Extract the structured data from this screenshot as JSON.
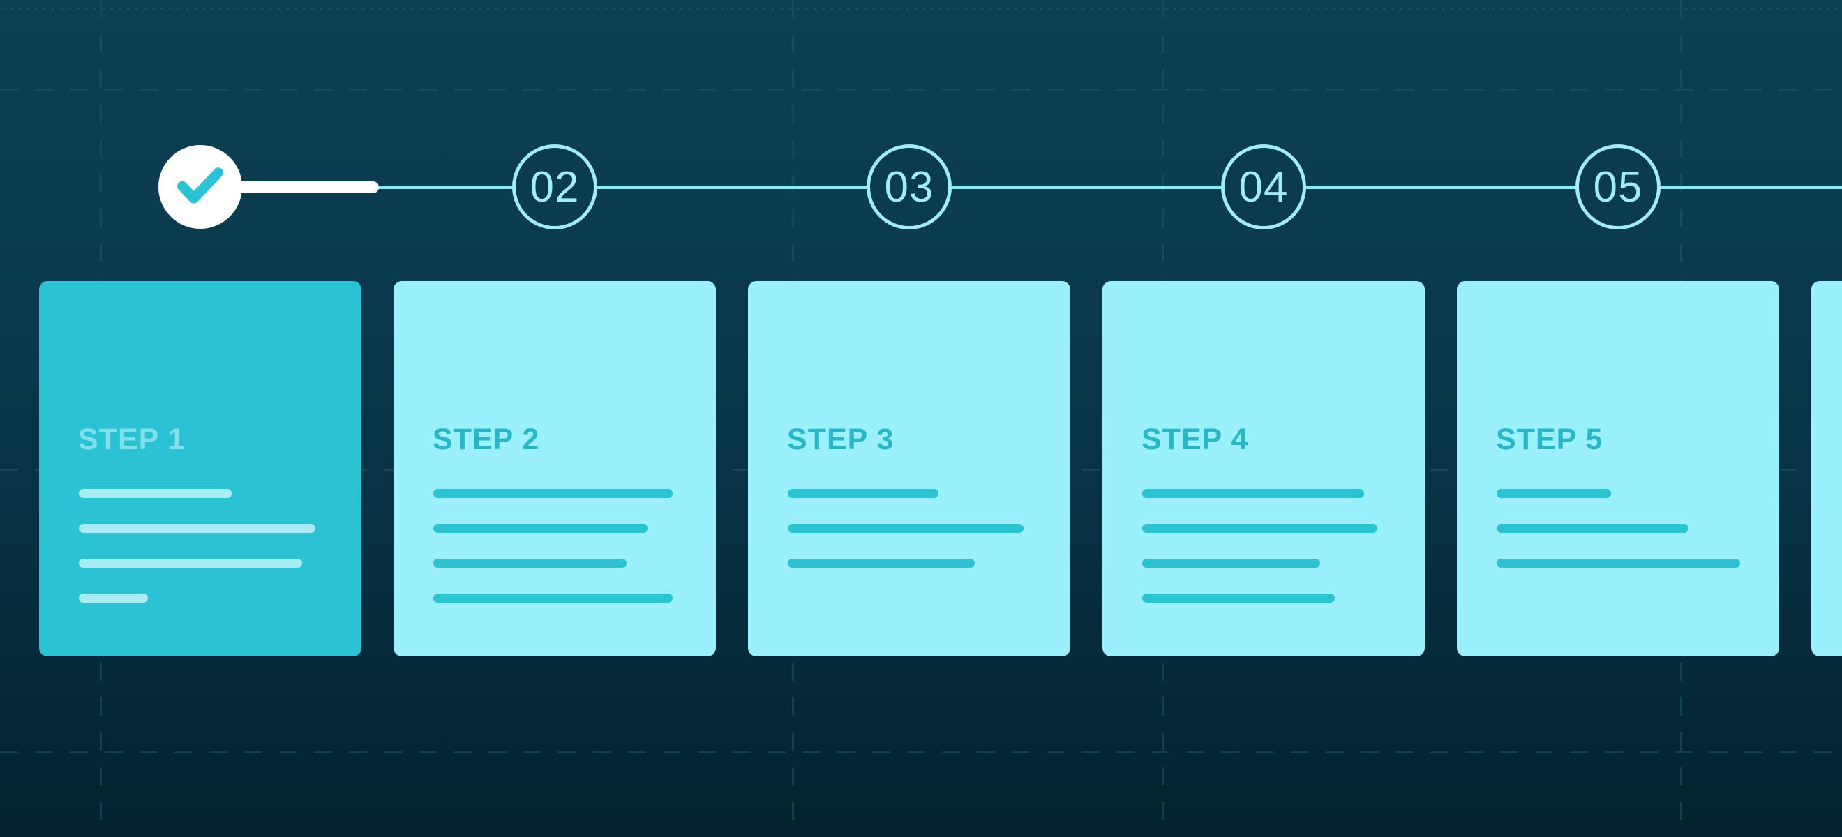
{
  "diagram": {
    "kind": "process-step-timeline-infographic",
    "completed_steps": 1
  },
  "timeline": {
    "markers": [
      {
        "label": "",
        "icon": "check-icon",
        "state": "completed"
      },
      {
        "label": "02",
        "icon": null,
        "state": "upcoming"
      },
      {
        "label": "03",
        "icon": null,
        "state": "upcoming"
      },
      {
        "label": "04",
        "icon": null,
        "state": "upcoming"
      },
      {
        "label": "05",
        "icon": null,
        "state": "upcoming"
      }
    ]
  },
  "cards": [
    {
      "title": "STEP 1",
      "variant": "filled",
      "placeholder_line_widths": [
        219,
        339,
        320,
        99
      ]
    },
    {
      "title": "STEP 2",
      "variant": "light",
      "placeholder_line_widths": [
        343,
        308,
        277,
        343
      ]
    },
    {
      "title": "STEP 3",
      "variant": "light",
      "placeholder_line_widths": [
        216,
        338,
        268
      ]
    },
    {
      "title": "STEP 4",
      "variant": "light",
      "placeholder_line_widths": [
        318,
        337,
        255,
        276
      ]
    },
    {
      "title": "STEP 5",
      "variant": "light",
      "placeholder_line_widths": [
        164,
        275,
        349
      ]
    },
    {
      "title": "",
      "variant": "light",
      "placeholder_line_widths": [],
      "partial": true
    }
  ],
  "colors": {
    "background_top": "#0d4055",
    "background_bottom": "#042230",
    "grid_dash": "#24586c",
    "timeline_track": "#90e8f8",
    "circle_ring": "#a0ecfa",
    "circle_number": "#a0ecfa",
    "circle_fill": "#0b3b4f",
    "progress_bar": "#ffffff",
    "check_circle": "#ffffff",
    "check_mark": "#2bc2d6",
    "card_active_bg": "#2bc2d3",
    "card_bg": "#9af0fc",
    "card_active_title": "#82dfeb",
    "card_active_line": "#a9edf4",
    "card_title": "#2bb6c8",
    "card_line": "#2bc2d1"
  }
}
